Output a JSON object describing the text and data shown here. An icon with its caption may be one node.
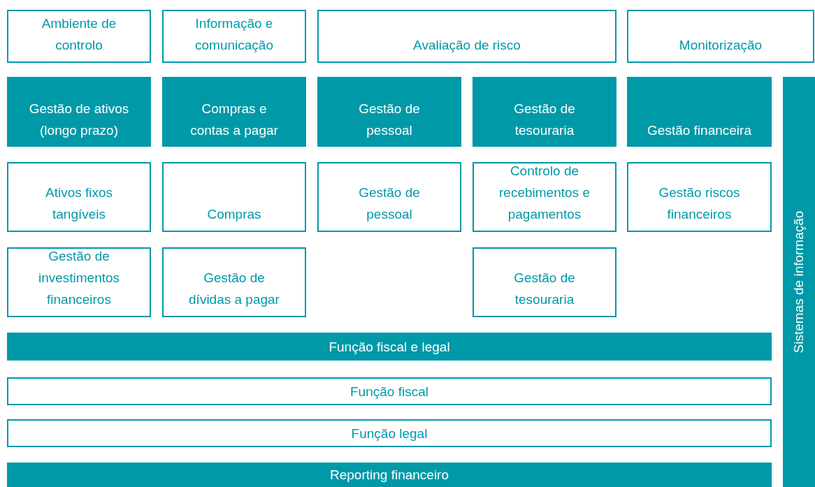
{
  "diagram": {
    "nodes": [
      {
        "text": [
          "Ambiente de controlo"
        ]
      },
      {
        "text": [
          "Informação e comunicação"
        ]
      },
      {
        "text": [
          "Avaliação de risco"
        ]
      },
      {
        "text": [
          "Monitorização"
        ]
      },
      {
        "text": [
          "Gestão de ativos (longo prazo)"
        ]
      },
      {
        "text": [
          "Compras e contas a pagar"
        ]
      },
      {
        "text": [
          "Gestão de pessoal"
        ]
      },
      {
        "text": [
          "Gestão de tesouraria"
        ]
      },
      {
        "text": [
          "Gestão financeira"
        ]
      },
      {
        "text": [
          "Ativos fixos tangíveis"
        ]
      },
      {
        "text": [
          "Compras"
        ]
      },
      {
        "text": [
          "Gestão de pessoal"
        ]
      },
      {
        "text": [
          "Controlo de recebimentos e pagamentos"
        ]
      },
      {
        "text": [
          "Gestão riscos financeiros"
        ]
      },
      {
        "text": [
          "Gestão de investimentos financeiros"
        ]
      },
      {
        "text": [
          "Gestão de dívidas a pagar"
        ]
      },
      {
        "text": [
          "Gestão de tesouraria"
        ]
      },
      {
        "text": [
          "Função fiscal e legal"
        ]
      },
      {
        "text": [
          "Função fiscal"
        ]
      },
      {
        "text": [
          "Função legal"
        ]
      },
      {
        "text": [
          "Reporting financeiro"
        ]
      },
      {
        "text": [
          "Sistemas de informação"
        ]
      }
    ]
  }
}
